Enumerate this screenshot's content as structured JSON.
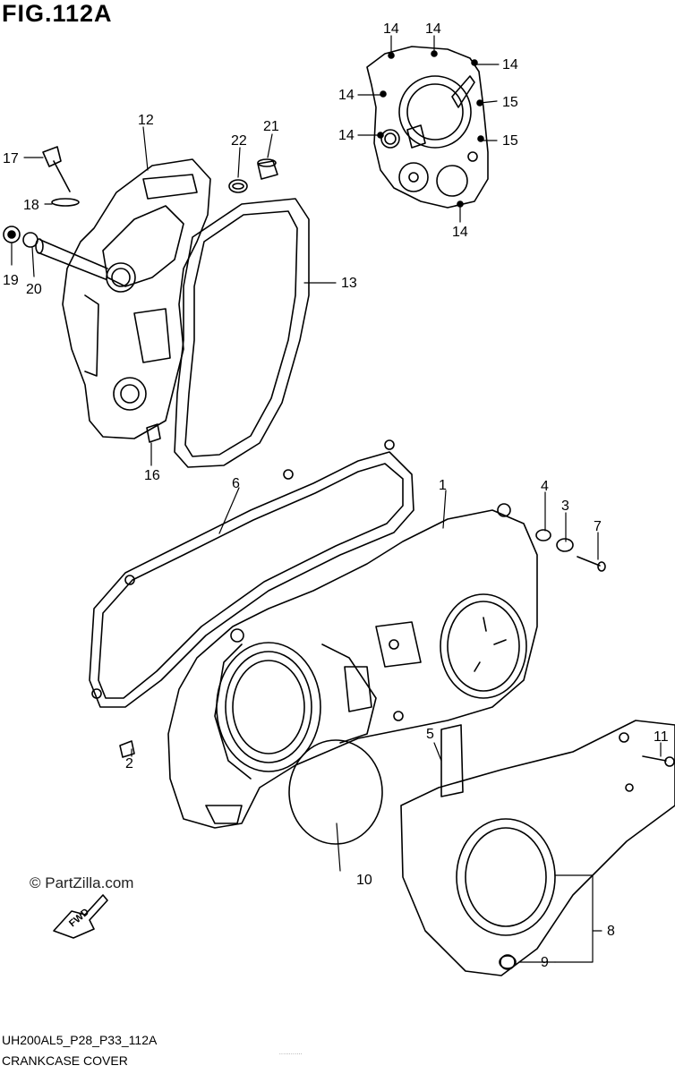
{
  "figure": {
    "title": "FIG.112A",
    "drawing_code": "UH200AL5_P28_P33_112A",
    "drawing_name": "CRANKCASE COVER",
    "watermark": "© PartZilla.com",
    "fwd_arrow_label": "FWD",
    "microtext": "............"
  },
  "callouts": [
    {
      "id": "c1",
      "text": "1"
    },
    {
      "id": "c2",
      "text": "2"
    },
    {
      "id": "c3",
      "text": "3"
    },
    {
      "id": "c4",
      "text": "4"
    },
    {
      "id": "c5",
      "text": "5"
    },
    {
      "id": "c6",
      "text": "6"
    },
    {
      "id": "c7",
      "text": "7"
    },
    {
      "id": "c8",
      "text": "8"
    },
    {
      "id": "c9",
      "text": "9"
    },
    {
      "id": "c10",
      "text": "10"
    },
    {
      "id": "c11",
      "text": "11"
    },
    {
      "id": "c12",
      "text": "12"
    },
    {
      "id": "c13",
      "text": "13"
    },
    {
      "id": "c14a",
      "text": "14"
    },
    {
      "id": "c14b",
      "text": "14"
    },
    {
      "id": "c14c",
      "text": "14"
    },
    {
      "id": "c14d",
      "text": "14"
    },
    {
      "id": "c14e",
      "text": "14"
    },
    {
      "id": "c14f",
      "text": "14"
    },
    {
      "id": "c15a",
      "text": "15"
    },
    {
      "id": "c15b",
      "text": "15"
    },
    {
      "id": "c16",
      "text": "16"
    },
    {
      "id": "c17",
      "text": "17"
    },
    {
      "id": "c18",
      "text": "18"
    },
    {
      "id": "c19",
      "text": "19"
    },
    {
      "id": "c20",
      "text": "20"
    },
    {
      "id": "c21",
      "text": "21"
    },
    {
      "id": "c22",
      "text": "22"
    }
  ]
}
